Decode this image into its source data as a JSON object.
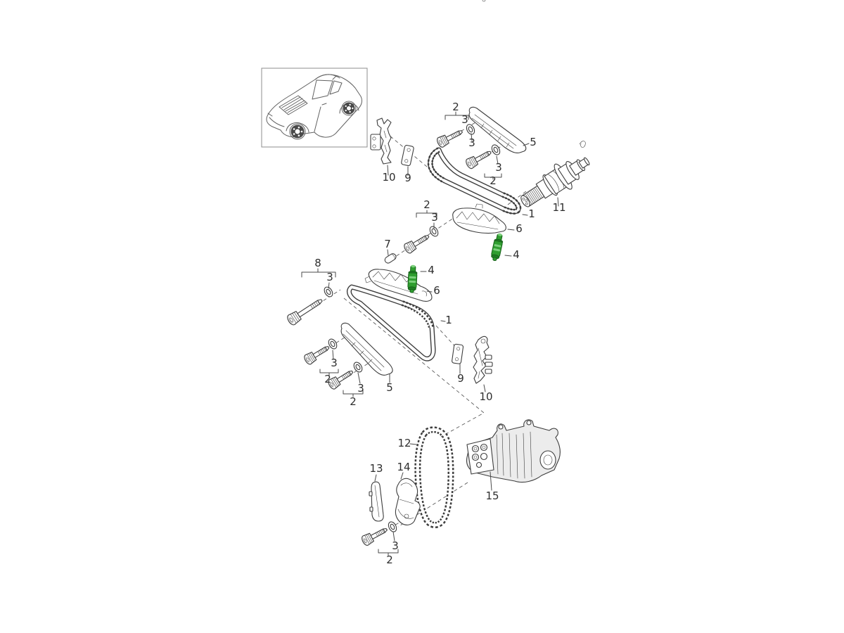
{
  "page": {
    "background": "#ffffff"
  },
  "diagram": {
    "highlight_color": "#2f9e2f",
    "line_color": "#3d3d3d",
    "label_color": "#2e2e2e",
    "labels": [
      {
        "text": "2"
      },
      {
        "text": "3"
      },
      {
        "text": "3"
      },
      {
        "text": "5"
      },
      {
        "text": "3"
      },
      {
        "text": "2"
      },
      {
        "text": "1"
      },
      {
        "text": "11"
      },
      {
        "text": "10"
      },
      {
        "text": "9"
      },
      {
        "text": "2"
      },
      {
        "text": "3"
      },
      {
        "text": "7"
      },
      {
        "text": "4"
      },
      {
        "text": "6"
      },
      {
        "text": "4"
      },
      {
        "text": "8"
      },
      {
        "text": "3"
      },
      {
        "text": "6"
      },
      {
        "text": "1"
      },
      {
        "text": "3"
      },
      {
        "text": "2"
      },
      {
        "text": "3"
      },
      {
        "text": "2"
      },
      {
        "text": "5"
      },
      {
        "text": "9"
      },
      {
        "text": "10"
      },
      {
        "text": "12"
      },
      {
        "text": "13"
      },
      {
        "text": "14"
      },
      {
        "text": "15"
      },
      {
        "text": "3"
      },
      {
        "text": "2"
      }
    ]
  }
}
